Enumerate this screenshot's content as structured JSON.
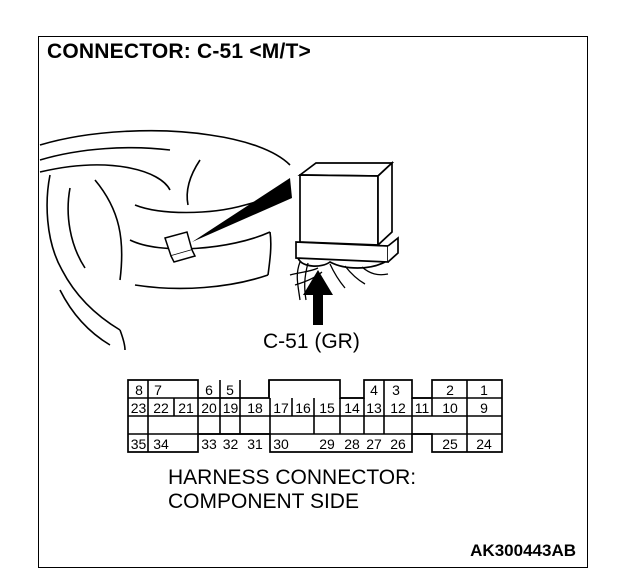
{
  "title": "CONNECTOR: C-51 <M/T>",
  "connector_label": "C-51 (GR)",
  "caption_line1": "HARNESS CONNECTOR:",
  "caption_line2": "COMPONENT SIDE",
  "reference_code": "AK300443AB",
  "pins": {
    "row1": [
      "8",
      "7",
      "6",
      "5",
      "4",
      "3",
      "2",
      "1"
    ],
    "row2": [
      "23",
      "22",
      "21",
      "20",
      "19",
      "18",
      "17",
      "16",
      "15",
      "14",
      "13",
      "12",
      "11",
      "10",
      "9"
    ],
    "row3": [
      "35",
      "34",
      "33",
      "32",
      "31",
      "30",
      "29",
      "28",
      "27",
      "26",
      "25",
      "24"
    ]
  }
}
